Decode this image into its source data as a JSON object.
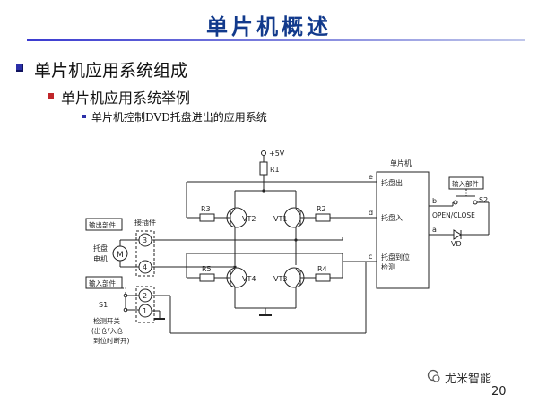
{
  "slide": {
    "title": "单片机概述",
    "bullet1": "单片机应用系统组成",
    "bullet2": "单片机应用系统举例",
    "bullet3": "单片机控制DVD托盘进出的应用系统",
    "page_number": "20",
    "watermark": "尤米智能"
  },
  "diagram": {
    "vcc": "+5V",
    "r1": "R1",
    "r2": "R2",
    "r3": "R3",
    "r4": "R4",
    "r5": "R5",
    "vt1": "VT1",
    "vt2": "VT2",
    "vt3": "VT3",
    "vt4": "VT4",
    "mcu_title": "单片机",
    "pin_e": "e",
    "pin_d": "d",
    "pin_c": "c",
    "pin_b": "b",
    "pin_a": "a",
    "tray_out": "托盘出",
    "tray_in": "托盘入",
    "tray_pos_1": "托盘到位",
    "tray_pos_2": "检测",
    "input_part_right": "输入部件",
    "s2": "S2",
    "openclose": "OPEN/CLOSE",
    "vd": "VD",
    "output_part": "输出部件",
    "connector": "接插件",
    "motor_label_1": "托盘",
    "motor_label_2": "电机",
    "motor_m": "M",
    "input_part_left": "输入部件",
    "s1": "S1",
    "pin3": "3",
    "pin4": "4",
    "pin2": "2",
    "pin1": "1",
    "detect_1": "检测开关",
    "detect_2": "(出仓/入仓",
    "detect_3": "到位时断开)"
  }
}
